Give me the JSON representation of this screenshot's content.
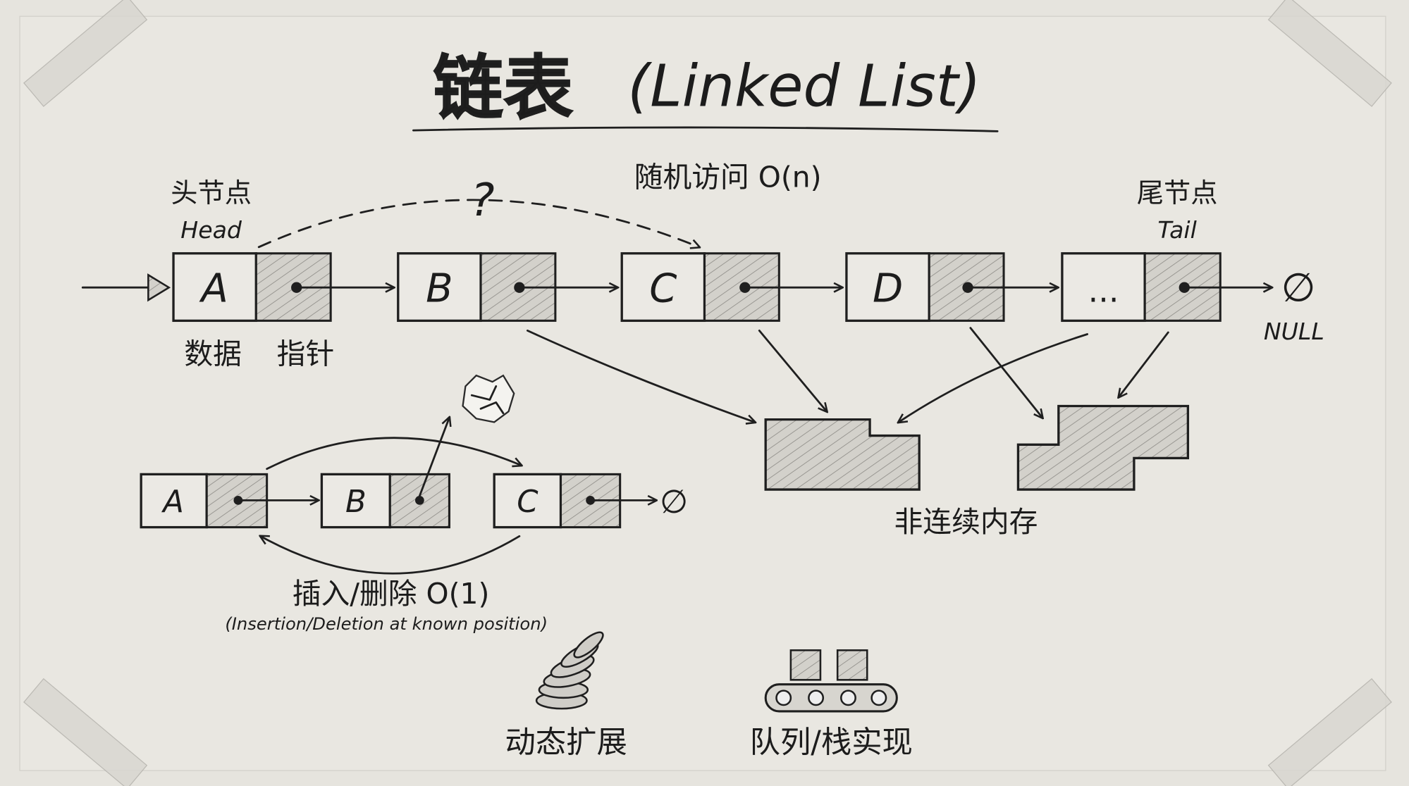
{
  "title": {
    "cn": "链表",
    "en": "(Linked List)"
  },
  "labels": {
    "head_cn": "头节点",
    "head_en": "Head",
    "tail_cn": "尾节点",
    "tail_en": "Tail",
    "data": "数据",
    "pointer": "指针",
    "random_access": "随机访问 O(n)",
    "question": "?",
    "null_symbol": "∅",
    "null_text": "NULL",
    "non_contiguous": "非连续内存",
    "insert_delete": "插入/删除 O(1)",
    "insert_delete_en": "(Insertion/Deletion at known position)",
    "dynamic": "动态扩展",
    "queue_stack": "队列/栈实现"
  },
  "top_nodes": [
    "A",
    "B",
    "C",
    "D",
    "..."
  ],
  "bottom_nodes": [
    "A",
    "B",
    "C"
  ],
  "colors": {
    "paper": "#e6e4de",
    "ink": "#1f1f1f",
    "hatch": "#9a9893"
  }
}
